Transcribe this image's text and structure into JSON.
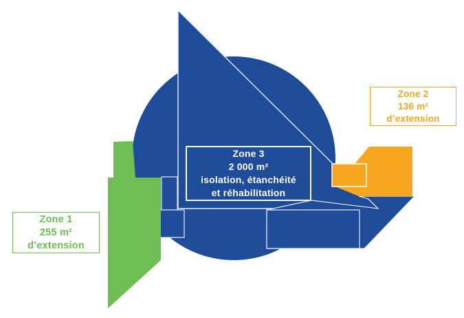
{
  "zones": {
    "zone1": {
      "name": "Zone 1",
      "area": "255 m²",
      "description": "d’extension",
      "color": "#6ebe54"
    },
    "zone2": {
      "name": "Zone 2",
      "area": "136 m²",
      "description": "d’extension",
      "color": "#f6a61f"
    },
    "zone3": {
      "name": "Zone 3",
      "area": "2 000 m²",
      "description_line1": "isolation, étanchéité",
      "description_line2": "et réhabilitation",
      "text_color": "#ffffff"
    }
  },
  "colors": {
    "building_blue": "#1e4c99",
    "zone1_green": "#6ebe54",
    "zone2_orange": "#f6a61f",
    "outline_light": "#e6ebf4",
    "background": "#ffffff"
  }
}
